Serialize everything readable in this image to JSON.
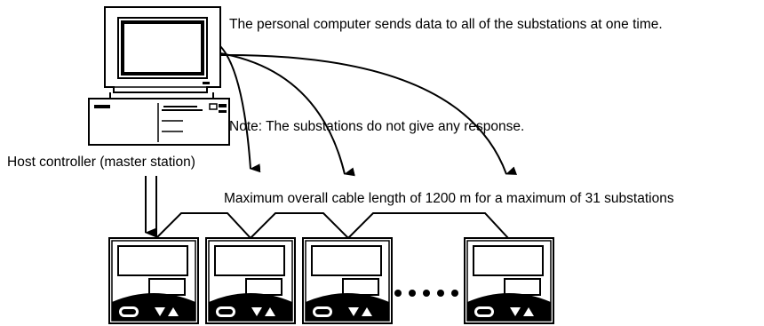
{
  "labels": {
    "broadcast": "The personal computer sends data to all of the substations at one time.",
    "note": "Note:  The substations do not give any response.",
    "host": "Host controller (master station)",
    "cable": "Maximum overall cable length of 1200 m for a maximum of 31 substations"
  },
  "devices": {
    "host_computer": "host-computer",
    "substation_icon": "temperature-controller-icon",
    "substation_count_shown": 4
  },
  "colors": {
    "line": "#000000",
    "background": "#ffffff"
  }
}
